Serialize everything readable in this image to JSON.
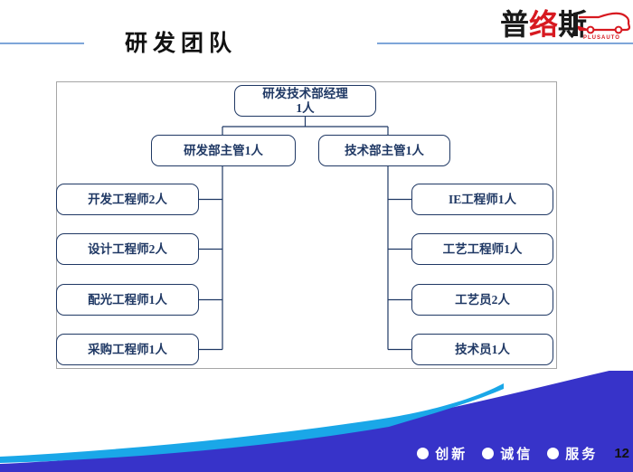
{
  "slide": {
    "title": "研发团队",
    "page_number": "12"
  },
  "logo": {
    "char_1": "普",
    "char_2": "络",
    "char_3": "斯",
    "subtext": "PLUSAUTO",
    "icon": "car-outline-icon",
    "red": "#d71920"
  },
  "org_chart": {
    "root": {
      "label": "研发技术部经理",
      "count": "1人"
    },
    "supervisors": {
      "left": "研发部主管1人",
      "right": "技术部主管1人"
    },
    "left_column": [
      "开发工程师2人",
      "设计工程师2人",
      "配光工程师1人",
      "采购工程师1人"
    ],
    "right_column": [
      "IE工程师1人",
      "工艺工程师1人",
      "工艺员2人",
      "技术员1人"
    ]
  },
  "footer": {
    "values": [
      "创新",
      "诚信",
      "服务"
    ]
  },
  "colors": {
    "node_navy": "#1f3864",
    "frame_gray": "#a6a6a6",
    "header_line_blue": "#7ea6d9",
    "wave_royal_blue": "#3733c9",
    "wave_cyan": "#1aa7e8",
    "logo_red": "#d71920"
  }
}
